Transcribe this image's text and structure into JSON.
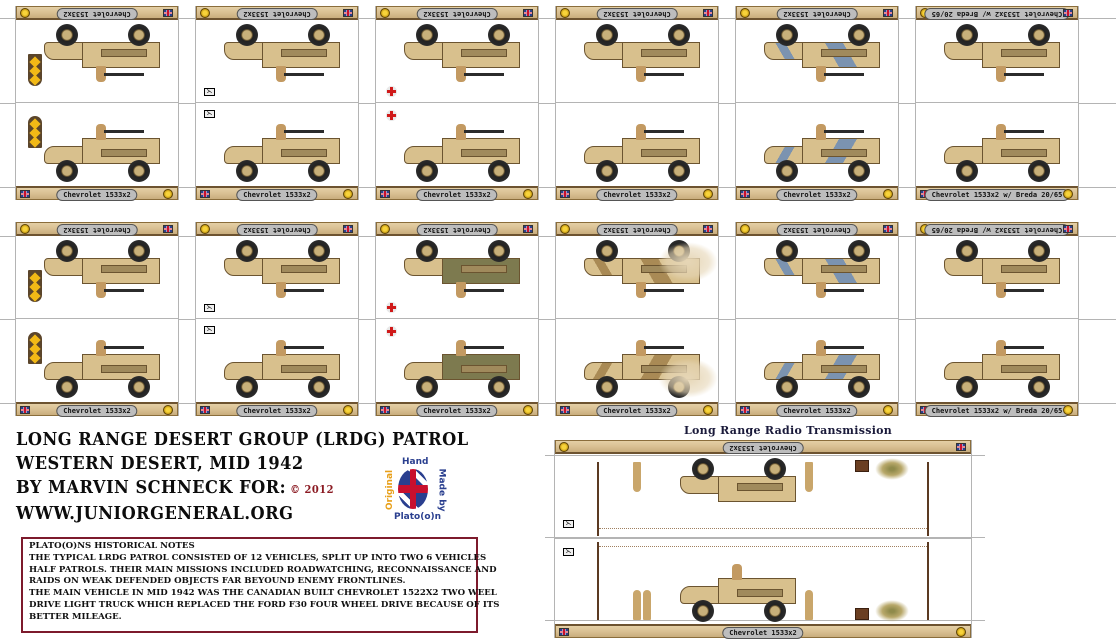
{
  "sheet": {
    "cards_row1": [
      {
        "nameplate": "Chevrolet 1533x2",
        "marker": "rank",
        "variant": "plain"
      },
      {
        "nameplate": "Chevrolet 1533x2",
        "marker": "radio",
        "variant": "plain"
      },
      {
        "nameplate": "Chevrolet 1533x2",
        "marker": "medic",
        "variant": "plain"
      },
      {
        "nameplate": "Chevrolet 1533x2",
        "marker": "none",
        "variant": "plain"
      },
      {
        "nameplate": "Chevrolet 1533x2",
        "marker": "none",
        "variant": "blue"
      },
      {
        "nameplate": "Chevrolet 1533x2 w/ Breda 20/65",
        "marker": "none",
        "variant": "plain"
      }
    ],
    "cards_row2": [
      {
        "nameplate": "Chevrolet 1533x2",
        "marker": "rank",
        "variant": "plain"
      },
      {
        "nameplate": "Chevrolet 1533x2",
        "marker": "radio",
        "variant": "plain"
      },
      {
        "nameplate": "Chevrolet 1533x2",
        "marker": "medic",
        "variant": "tarp"
      },
      {
        "nameplate": "Chevrolet 1533x2",
        "marker": "none",
        "variant": "camo"
      },
      {
        "nameplate": "Chevrolet 1533x2",
        "marker": "none",
        "variant": "blue"
      },
      {
        "nameplate": "Chevrolet 1533x2 w/ Breda 20/65",
        "marker": "none",
        "variant": "plain"
      }
    ],
    "icons": {
      "medal": "gold-medal-icon",
      "flag": "union-jack-icon",
      "radio": "radio-icon",
      "medic": "red-cross-icon",
      "rank": "rank-insignia-icon"
    }
  },
  "title": {
    "line1": "Long Range Desert Group (LRDG) Patrol",
    "line2": "Western Desert, Mid 1942",
    "line3": "By Marvin Schneck for:",
    "copyright": "© 2012",
    "line4": "www.juniorgeneral.org"
  },
  "badge": {
    "top": "Hand",
    "left": "Original",
    "right": "Made by",
    "bottom": "Plato(o)n"
  },
  "notes": {
    "heading": "Plato(o)ns Historical Notes",
    "lines": [
      "The typical LRDG patrol consisted of 12 vehicles, split up into two 6 vehicles",
      "half patrols. Their main missions included roadwatching, reconnaissance and",
      "raids on weak defended objects far beyound enemy frontlines.",
      "The main vehicle in mid 1942 was the Canadian built Chevrolet 1522x2 two weel",
      "drive light truck which replaced the Ford F30 four wheel drive because of its",
      "better mileage."
    ]
  },
  "radio": {
    "title": "Long Range Radio Transmission",
    "nameplate": "Chevrolet 1533x2"
  },
  "colors": {
    "strip": "#d9c093",
    "strip_border": "#6d5330",
    "notes_border": "#7d1a2c",
    "copyright": "#8b1a22",
    "grid": "#b4b4b4"
  }
}
